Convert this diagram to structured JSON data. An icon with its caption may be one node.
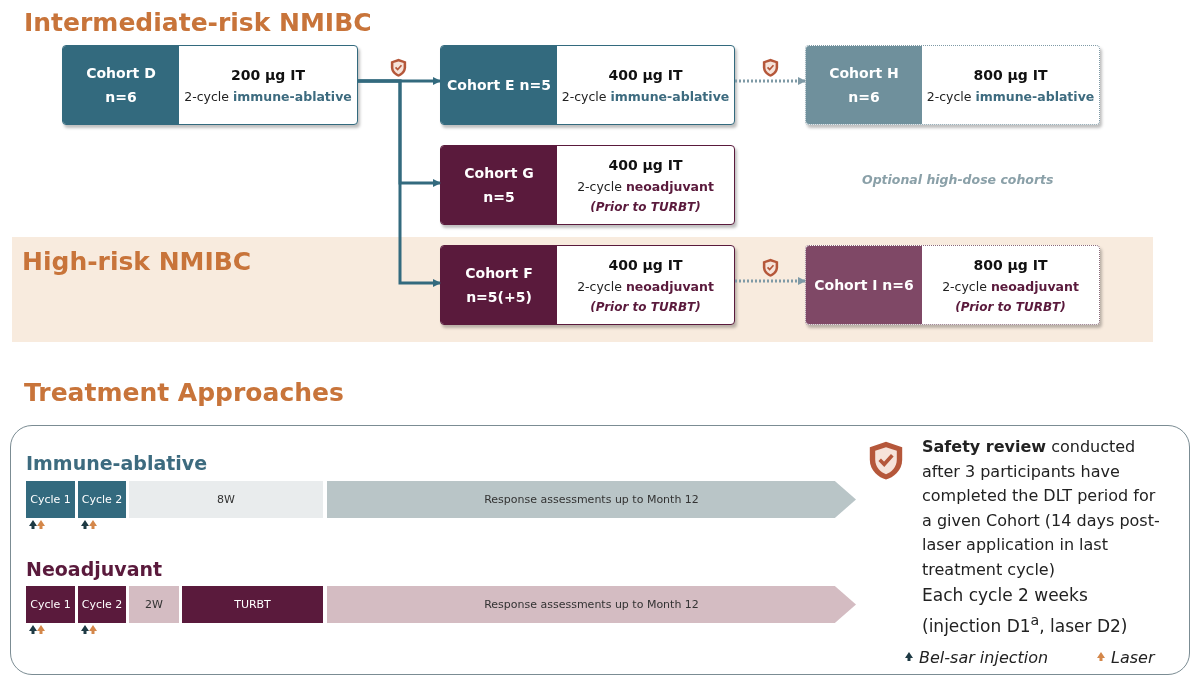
{
  "diagram": {
    "nodes": [
      {
        "text": [
          "Cohort D n=6",
          "200 µg IT",
          "2-cycle **immune-ablative**"
        ]
      },
      {
        "text": [
          "Cohort E n=5",
          "400 µg IT",
          "2-cycle **immune-ablative**"
        ]
      },
      {
        "text": [
          "Cohort H n=6",
          "800 µg IT",
          "2-cycle **immune-ablative**"
        ]
      },
      {
        "text": [
          "Cohort G n=5",
          "400 µg IT",
          "2-cycle **neoadjuvant**",
          "(Prior to TURBT)"
        ]
      },
      {
        "text": [
          "High-risk NMIBC"
        ]
      },
      {
        "text": [
          "Cohort F n=5(+5)",
          "400 µg IT",
          "2-cycle **neoadjuvant**",
          "(Prior to TURBT)"
        ],
        "in": 4
      },
      {
        "text": [
          "Cohort I n=6",
          "800 µg IT",
          "2-cycle **neoadjuvant**",
          "(Prior to TURBT)"
        ],
        "in": 4
      },
      {
        "text": [
          "Treatment Approaches"
        ]
      },
      {
        "text": [
          "Cycle 1"
        ],
        "in": 7
      },
      {
        "text": [
          "Cycle 2"
        ],
        "in": 7
      },
      {
        "text": [
          "8W"
        ],
        "in": 7
      },
      {
        "text": [
          "Response assessments up to Month 12"
        ],
        "in": 7
      },
      {
        "text": [
          "Cycle 1"
        ],
        "in": 7
      },
      {
        "text": [
          "Cycle 2"
        ],
        "in": 7
      },
      {
        "text": [
          "2W"
        ],
        "in": 7
      },
      {
        "text": [
          "TURBT"
        ],
        "in": 7
      },
      {
        "text": [
          "Response assessments up to Month 12"
        ],
        "in": 7
      }
    ],
    "edges": [
      {
        "from": 0,
        "to": 1,
        "arrow": "to"
      },
      {
        "from": 0,
        "to": 3,
        "arrow": "to"
      },
      {
        "from": 0,
        "to": 5,
        "arrow": "to"
      },
      {
        "from": 1,
        "to": 2,
        "arrow": "to",
        "style": "dashed",
        "color": "#7f9aa6"
      },
      {
        "from": 5,
        "to": 6,
        "arrow": "to",
        "style": "dashed",
        "color": "#7f9aa6"
      }
    ],
    "labels": [
      "Intermediate-risk NMIBC",
      "Optional high-dose cohorts",
      "Immune-ablative",
      "Neoadjuvant",
      "**Safety review** conducted after 3 participants have completed the DLT period for a given Cohort (14 days post-laser application in last treatment cycle)",
      "Each cycle 2 weeks (injection D1$^{a}$, laser D2)"
    ],
    "legend": [
      {
        "text": "Bel-sar injection"
      },
      {
        "text": "Laser"
      }
    ]
  }
}
